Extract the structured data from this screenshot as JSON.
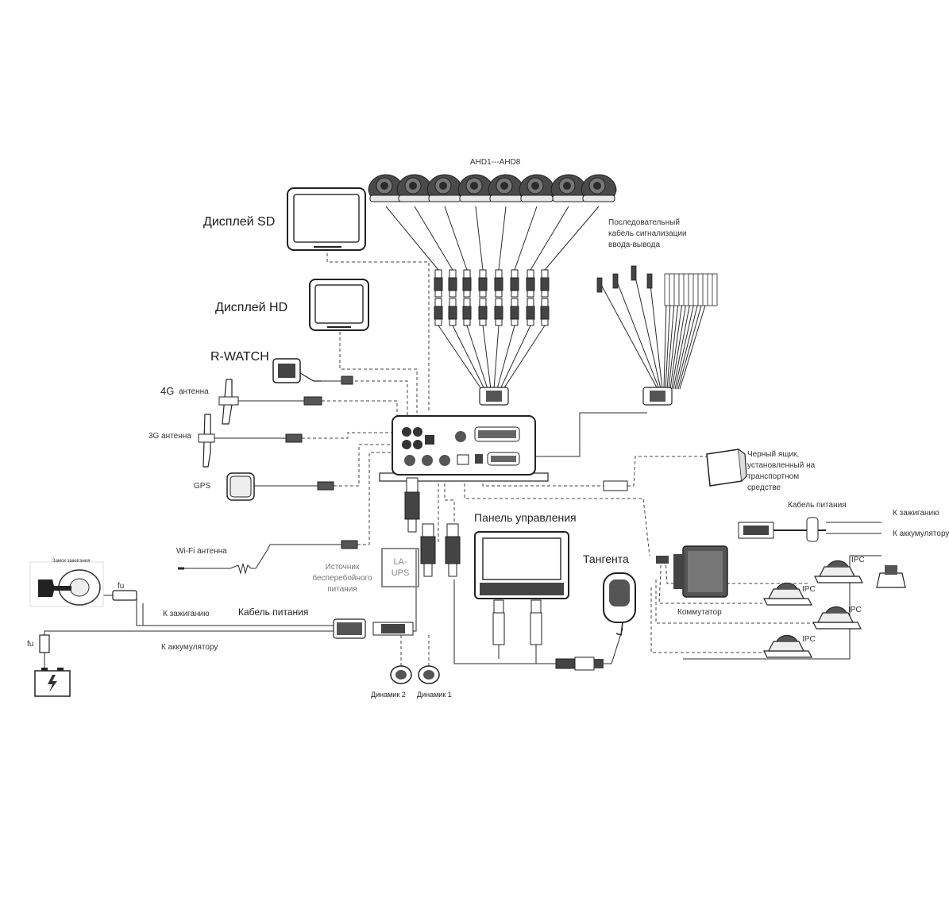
{
  "labels": {
    "ahd_range": "AHD1---AHD8",
    "display_sd": "Дисплей SD",
    "display_hd": "Дисплей HD",
    "rwatch": "R-WATCH",
    "ant_4g_code": "4G",
    "ant_4g_word": "антенна",
    "ant_3g": "3G антенна",
    "gps": "GPS",
    "wifi": "Wi-Fi антенна",
    "ignition_lock": "Замок зажигания",
    "fuse1": "fu",
    "fuse2": "fu",
    "to_ignition": "К зажиганию",
    "power_cable": "Кабель питания",
    "to_battery": "К аккумулятору",
    "ups_source": "Источник\nбесперебойного\nпитания",
    "la_ups": "LA-\nUPS",
    "speaker2": "Динамик 2",
    "speaker1": "Динамик 1",
    "alarm_cable": "Последовательный\nкабель сигнализации\nввода-вывода",
    "control_panel": "Панель управления",
    "handset": "Тангента",
    "black_box": "Черный ящик,\nустановленный на\nтранспортном\nсредстве",
    "power_cable_right": "Кабель питания",
    "to_ignition_right": "К зажиганию",
    "to_battery_right": "К аккумулятору",
    "switch": "Коммутатор",
    "ipc1": "IPC",
    "ipc2": "IPC",
    "ipc3": "IPC",
    "ipc4": "IPC"
  },
  "colors": {
    "line": "#2a2a2a",
    "device_fill": "#ffffff",
    "device_dark": "#333333",
    "ups_border": "#8a8a8a"
  },
  "icons": [
    "dome-camera-icon",
    "monitor-icon",
    "antenna-icon",
    "gps-icon",
    "speaker-icon",
    "battery-icon",
    "ignition-key-icon",
    "microphone-icon",
    "switch-icon",
    "ip-camera-icon"
  ]
}
